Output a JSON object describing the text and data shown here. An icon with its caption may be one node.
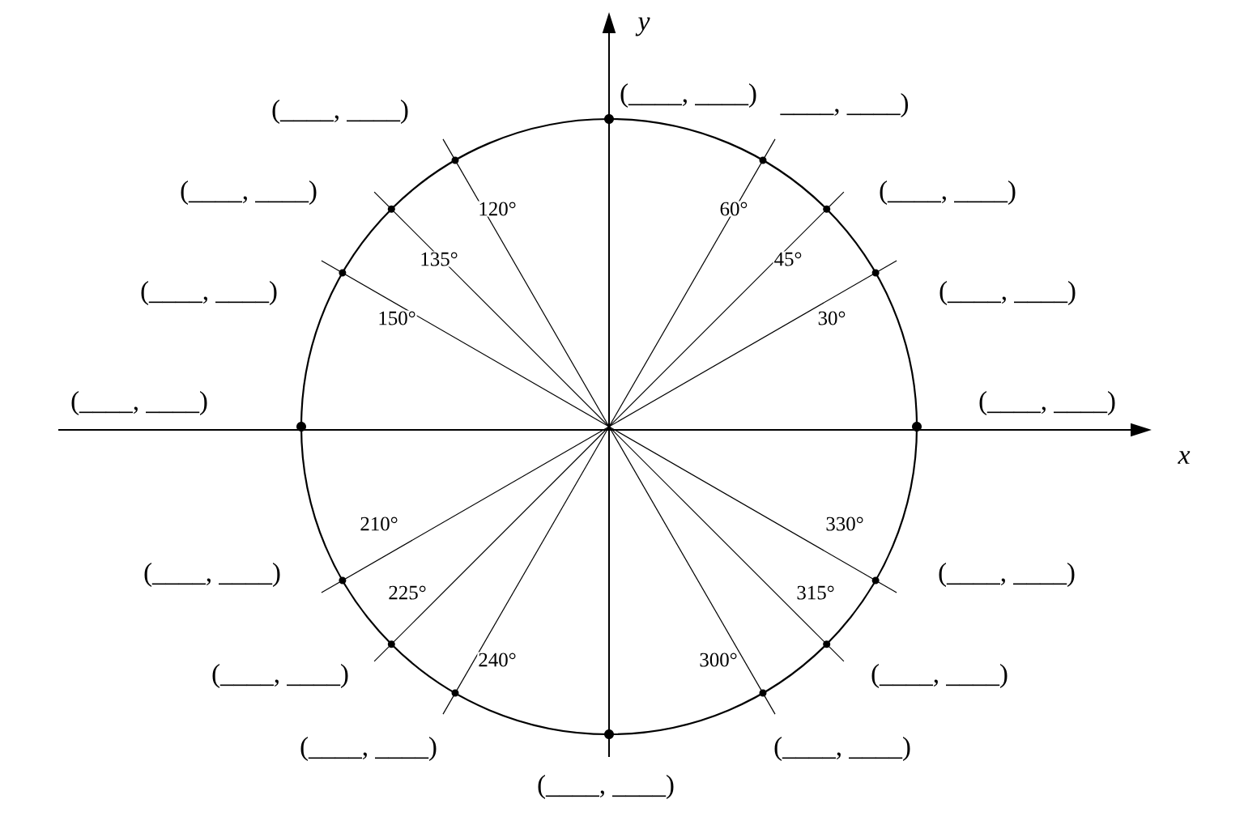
{
  "diagram": {
    "labels": [
      "y",
      "(____, ____)",
      "(____, ____)",
      "____, ____)",
      "(____, ____)",
      "(____, ____)",
      "120°",
      "60°",
      "135°",
      "45°",
      "(____, ____)",
      "(____, ____)",
      "150°",
      "30°",
      "(____, ____)",
      "(____, ____)",
      "x",
      "210°",
      "330°",
      "(____, ____)",
      "(____, ____)",
      "225°",
      "315°",
      "240°",
      "300°",
      "(____, ____)",
      "(____, ____)",
      "(____, ____)",
      "(____, ____)",
      "(____, ____)"
    ]
  }
}
